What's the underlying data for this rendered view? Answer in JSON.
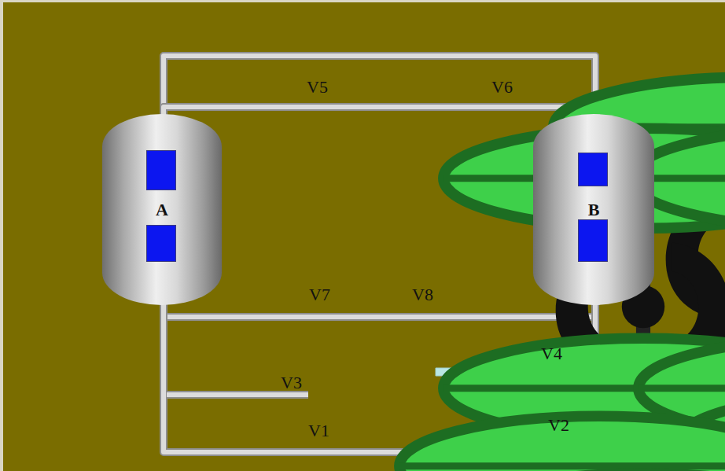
{
  "diagram": {
    "nodes": [
      {
        "text": [
          "A"
        ]
      },
      {
        "text": [
          "B"
        ]
      }
    ],
    "edges": [
      {
        "from": 0,
        "to": 1,
        "arrow": "none"
      },
      {
        "from": 0,
        "to": 1,
        "arrow": "none"
      },
      {
        "from": 0,
        "to": 1,
        "arrow": "none"
      },
      {
        "from": 0,
        "to": 1,
        "arrow": "none"
      }
    ],
    "labels": [
      "V5",
      "V6",
      "V7",
      "V8",
      "V4",
      "V3",
      "V1",
      "V2"
    ]
  }
}
